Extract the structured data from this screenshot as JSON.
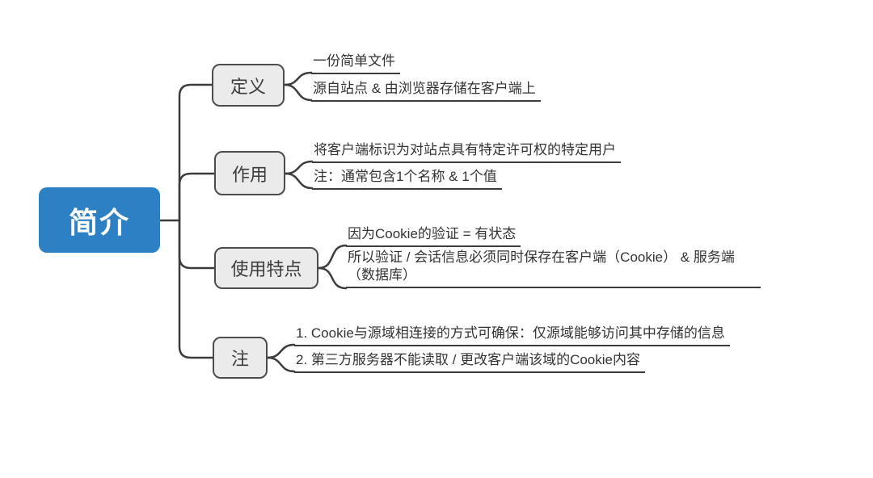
{
  "root": {
    "label": "简介"
  },
  "colors": {
    "background": "#FFFFFF",
    "root_fill": "#2E80C4",
    "root_text": "#FFFFFF",
    "branch_fill": "#EBEBEB",
    "branch_border": "#4C4C4C",
    "line": "#3C3C3C",
    "leaf_text": "#333333"
  },
  "branches": [
    {
      "label": "定义",
      "leaves": [
        "一份简单文件",
        "源自站点 & 由浏览器存储在客户端上"
      ]
    },
    {
      "label": "作用",
      "leaves": [
        "将客户端标识为对站点具有特定许可权的特定用户",
        "注：通常包含1个名称 & 1个值"
      ]
    },
    {
      "label": "使用特点",
      "leaves": [
        "因为Cookie的验证 = 有状态",
        "所以验证 / 会话信息必须同时保存在客户端（Cookie） & 服务端（数据库）"
      ]
    },
    {
      "label": "注",
      "leaves": [
        "1. Cookie与源域相连接的方式可确保：仅源域能够访问其中存储的信息",
        "2. 第三方服务器不能读取 / 更改客户端该域的Cookie内容"
      ]
    }
  ]
}
